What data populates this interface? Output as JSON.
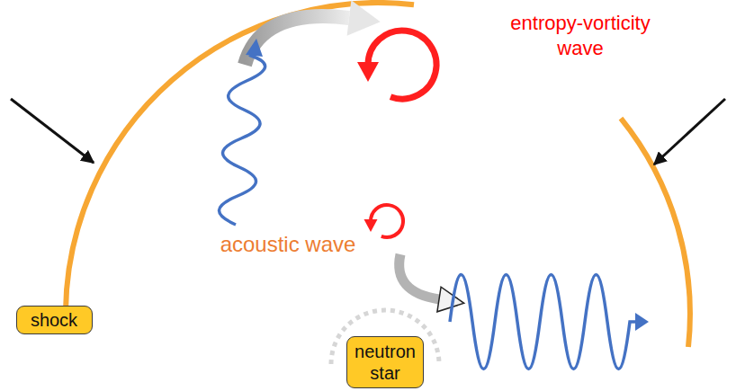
{
  "diagram": {
    "nodes": [
      {
        "text": [
          "shock"
        ]
      },
      {
        "text": [
          "neutron star"
        ]
      }
    ],
    "labels": [
      "entropy-vorticity wave",
      "acoustic wave"
    ]
  }
}
